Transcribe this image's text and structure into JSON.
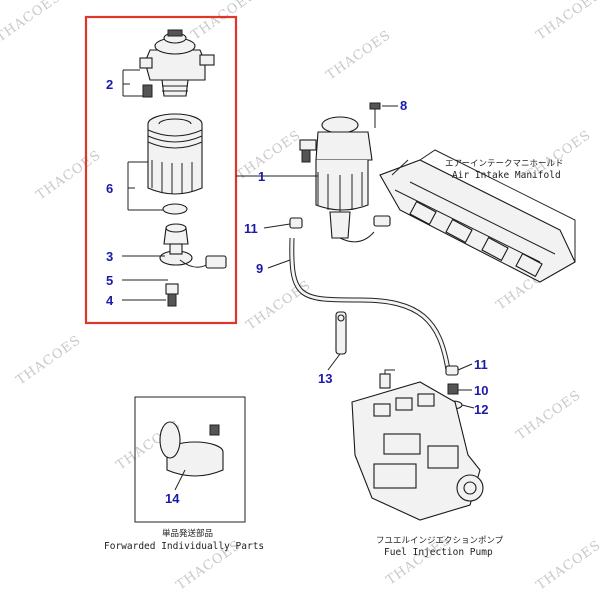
{
  "watermark": "THACOES",
  "callouts": {
    "c1": "1",
    "c2": "2",
    "c3": "3",
    "c4": "4",
    "c5": "5",
    "c6": "6",
    "c8": "8",
    "c9": "9",
    "c10": "10",
    "c11a": "11",
    "c11b": "11",
    "c12": "12",
    "c13": "13",
    "c14": "14"
  },
  "captions": {
    "air_intake_jp": "エアーインテークマニホールド",
    "air_intake_en": "Air Intake Manifold",
    "forwarded_jp": "単品発送部品",
    "forwarded_en": "Forwarded Individually Parts",
    "pump_jp": "フユエルインジエクションポンプ",
    "pump_en": "Fuel Injection Pump"
  },
  "colors": {
    "highlight_box": "#e0362a",
    "callout": "#1a1aa8"
  }
}
